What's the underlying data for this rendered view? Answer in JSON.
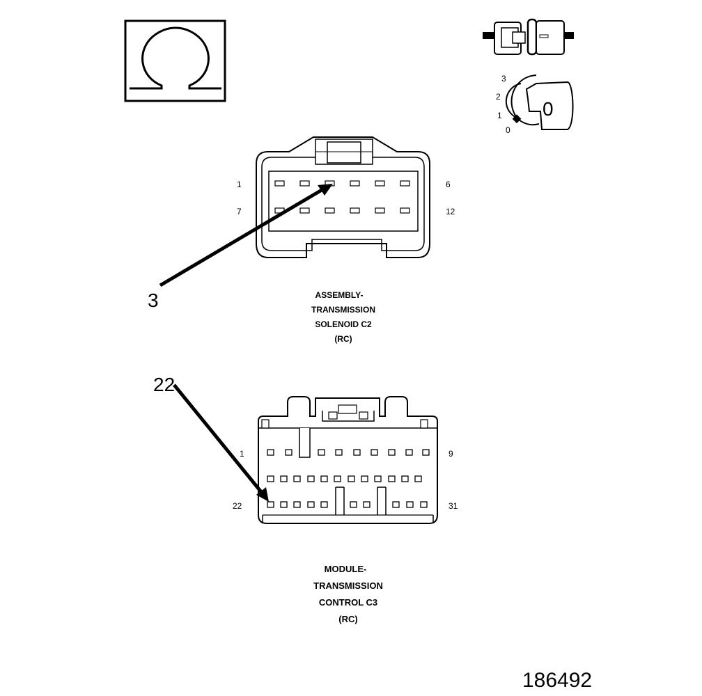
{
  "connector_c2": {
    "callout": "3",
    "pins": {
      "top_left": "1",
      "top_right": "6",
      "bottom_left": "7",
      "bottom_right": "12"
    },
    "caption": [
      "ASSEMBLY-",
      "TRANSMISSION",
      "SOLENOID C2",
      "(RC)"
    ]
  },
  "connector_c3": {
    "callout": "22",
    "pins": {
      "top_left": "1",
      "top_right": "9",
      "bottom_left": "22",
      "bottom_right": "31"
    },
    "caption": [
      "MODULE-",
      "TRANSMISSION",
      "CONTROL C3",
      "(RC)"
    ]
  },
  "ignition_key": {
    "positions": [
      "3",
      "2",
      "1",
      "0"
    ],
    "key_label": "0"
  },
  "figure_number": "186492",
  "icons": {
    "ohmmeter": "ohm-symbol-icon",
    "connector_disconnect": "disconnected-connector-icon",
    "ignition": "ignition-key-icon"
  }
}
